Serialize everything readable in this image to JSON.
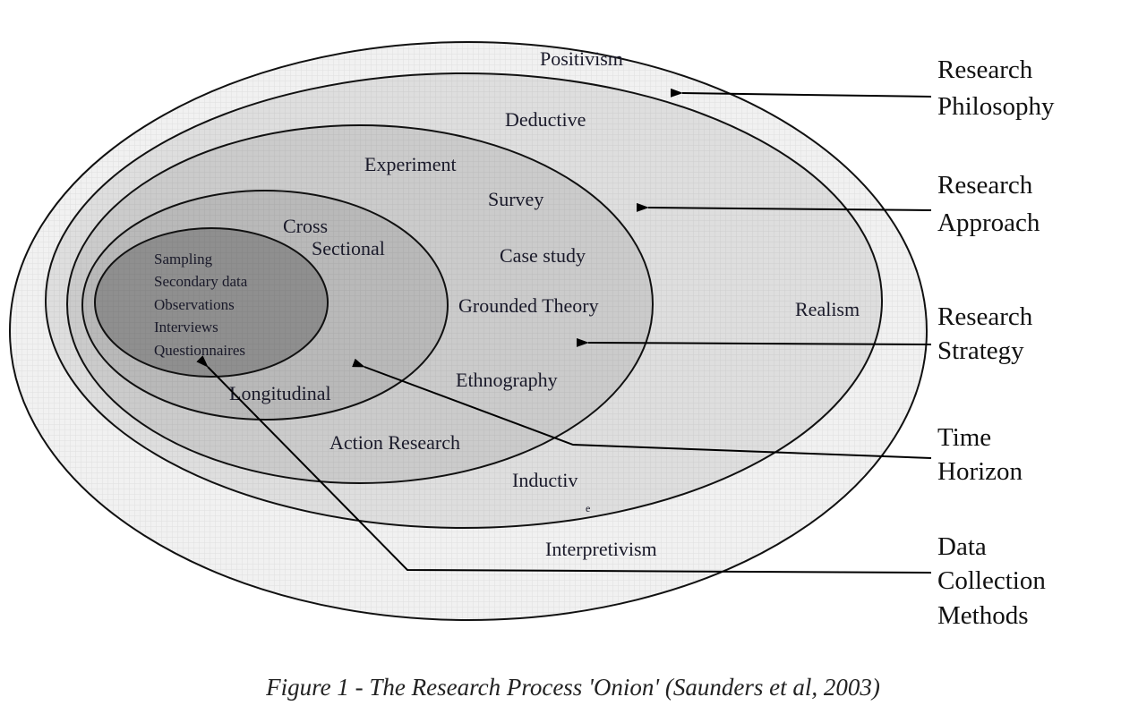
{
  "figure": {
    "caption": "Figure 1 - The Research Process 'Onion' (Saunders et al, 2003)",
    "layers": {
      "philosophy": {
        "title_line1": "Research",
        "title_line2": "Philosophy",
        "items": [
          "Positivism",
          "Realism",
          "Interpretivism"
        ]
      },
      "approach": {
        "title_line1": "Research",
        "title_line2": "Approach",
        "items": [
          "Deductive",
          "Inductiv",
          "e"
        ]
      },
      "strategy": {
        "title_line1": "Research",
        "title_line2": "Strategy",
        "items": [
          "Experiment",
          "Survey",
          "Case study",
          "Grounded Theory",
          "Ethnography",
          "Action Research"
        ]
      },
      "time_horizon": {
        "title_line1": "Time",
        "title_line2": "Horizon",
        "items": [
          "Cross",
          "Sectional",
          "Longitudinal"
        ]
      },
      "data_collection": {
        "title_line1": "Data",
        "title_line2": "Collection",
        "title_line3": "Methods",
        "items": [
          "Sampling",
          "Secondary data",
          "Observations",
          "Interviews",
          "Questionnaires"
        ]
      }
    },
    "colors": {
      "philosophy": "#f1f1f1",
      "approach": "#dedede",
      "strategy": "#cbcbcb",
      "time_horizon": "#b9b9b9",
      "data_collection": "#8f8f8f"
    }
  }
}
